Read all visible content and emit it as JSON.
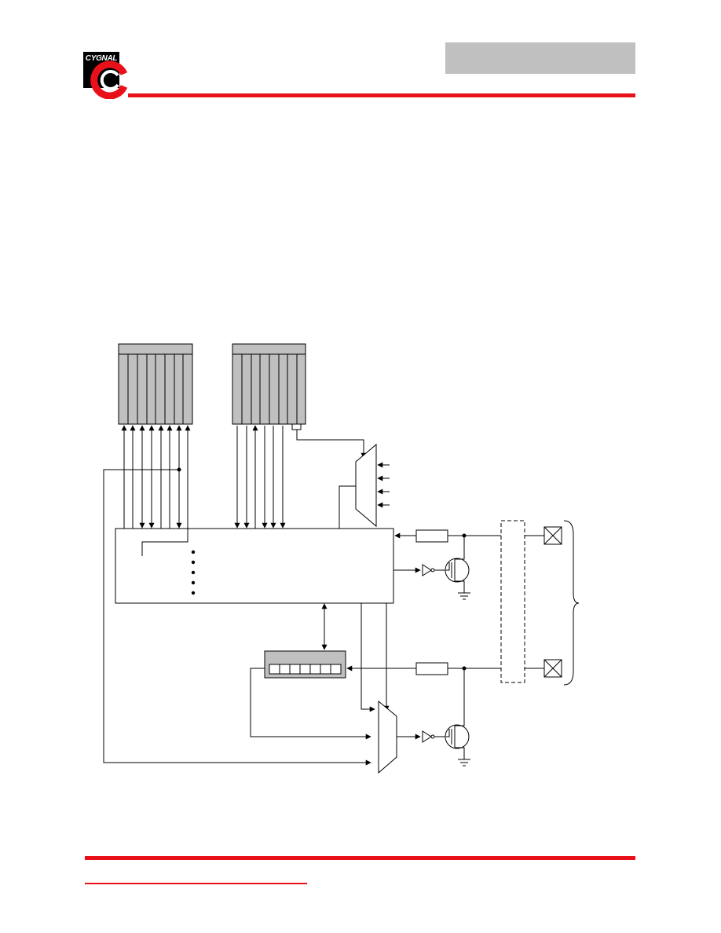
{
  "logo": {
    "text": "CYGNAL",
    "icon": "cygnal-c-logo"
  },
  "colors": {
    "accent": "#e8111a",
    "header_box": "#c0c0c0",
    "register_fill": "#c0c0c0"
  },
  "diagram": {
    "icon": "port-io-block-diagram"
  }
}
